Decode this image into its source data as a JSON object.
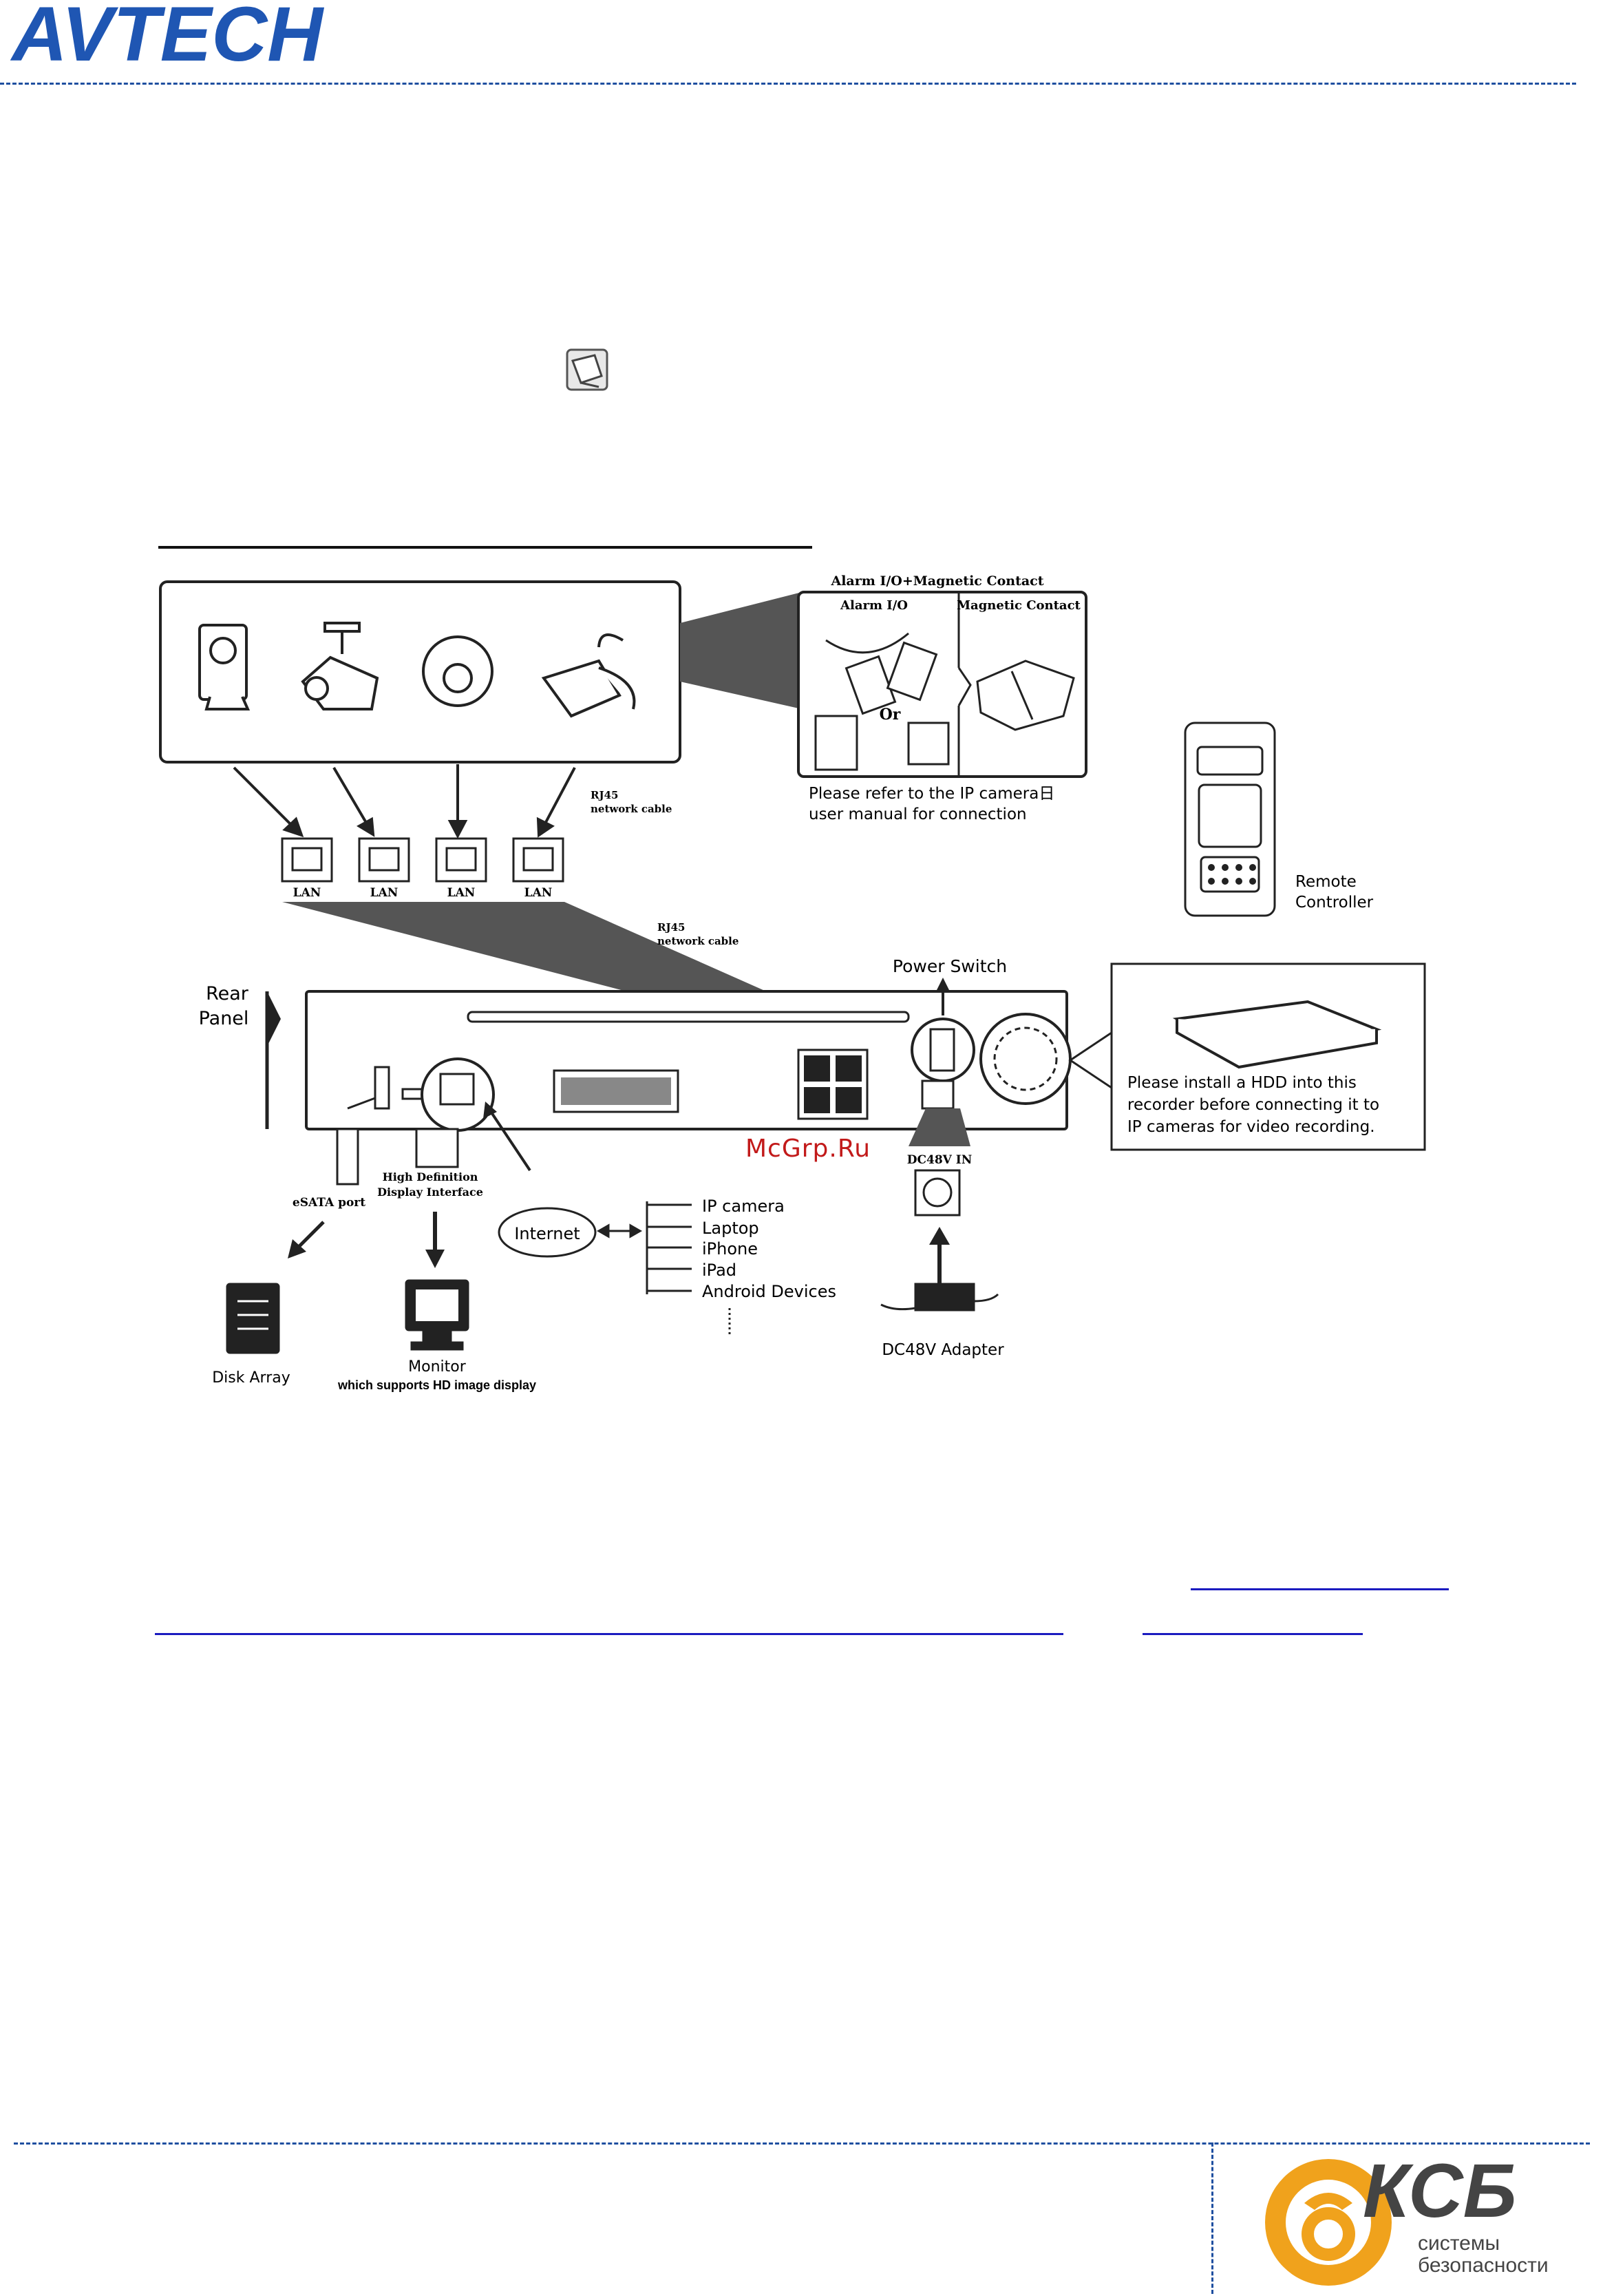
{
  "header": {
    "logo_text": "AVTECH"
  },
  "diagram": {
    "alarm_title": "Alarm I/O+Magnetic Contact",
    "alarm_io": "Alarm I/O",
    "magnetic_contact": "Magnetic Contact",
    "alarm_or": "Or",
    "ip_camera_note_1": "Please refer to the IP camera日",
    "ip_camera_note_2": "user manual for connection",
    "rj45_top_1": "RJ45",
    "rj45_top_2": "network cable",
    "rj45_mid_1": "RJ45",
    "rj45_mid_2": "network cable",
    "lan_labels": [
      "LAN",
      "LAN",
      "LAN",
      "LAN"
    ],
    "remote_1": "Remote",
    "remote_2": "Controller",
    "rear_1": "Rear",
    "rear_2": "Panel",
    "power_switch": "Power Switch",
    "hdd_note_1": "Please install a HDD into this",
    "hdd_note_2": "recorder before connecting it to",
    "hdd_note_3": "IP cameras for video recording.",
    "esata": "eSATA port",
    "hd_1": "High Definition",
    "hd_2": "Display Interface",
    "internet": "Internet",
    "devices": [
      "IP camera",
      "Laptop",
      "iPhone",
      "iPad",
      "Android Devices"
    ],
    "dc_in": "DC48V IN",
    "dc_adapter": "DC48V Adapter",
    "disk_array": "Disk Array",
    "monitor_1": "Monitor",
    "monitor_2": "which supports HD image display",
    "watermark": "McGrp.Ru"
  },
  "footer": {
    "logo_main": "КСБ",
    "logo_sub_1": "системы",
    "logo_sub_2": "безопасности"
  },
  "colors": {
    "avtech_blue": "#1f56b3",
    "link_blue": "#1b1bbf",
    "ksb_orange": "#f0a21c",
    "watermark_red": "#c21a1a"
  }
}
